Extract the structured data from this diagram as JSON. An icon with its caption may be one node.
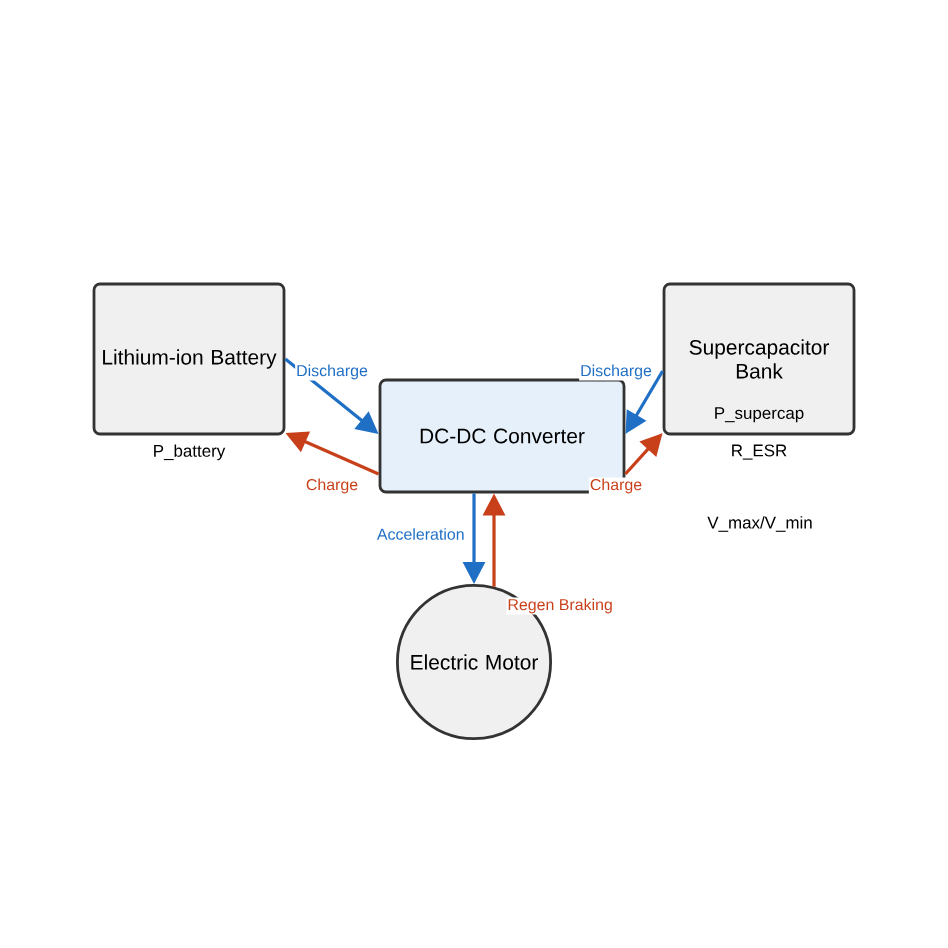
{
  "diagram": {
    "nodes": [
      {
        "text": [
          "Lithium-ion Battery"
        ],
        "beside": [
          "P_battery"
        ]
      },
      {
        "text": [
          "DC-DC Converter"
        ]
      },
      {
        "text": [
          "Supercapacitor Bank",
          "P_supercap"
        ],
        "beside": [
          "R_ESR"
        ]
      },
      {
        "text": [
          "Electric Motor"
        ]
      }
    ],
    "edges": [
      {
        "from": 0,
        "to": 1,
        "arrow": "to",
        "label": "Discharge",
        "color": "#1f6fc5"
      },
      {
        "from": 1,
        "to": 0,
        "arrow": "to",
        "label": "Charge",
        "color": "#c8401a"
      },
      {
        "from": 2,
        "to": 1,
        "arrow": "to",
        "label": "Discharge",
        "color": "#1f6fc5"
      },
      {
        "from": 1,
        "to": 2,
        "arrow": "to",
        "label": "Charge",
        "color": "#c8401a"
      },
      {
        "from": 1,
        "to": 3,
        "arrow": "to",
        "label": "Acceleration",
        "color": "#1f6fc5"
      },
      {
        "from": 3,
        "to": 1,
        "arrow": "to",
        "label": "Regen Braking",
        "color": "#c8401a"
      }
    ],
    "labels": [
      "V_max/V_min"
    ]
  }
}
